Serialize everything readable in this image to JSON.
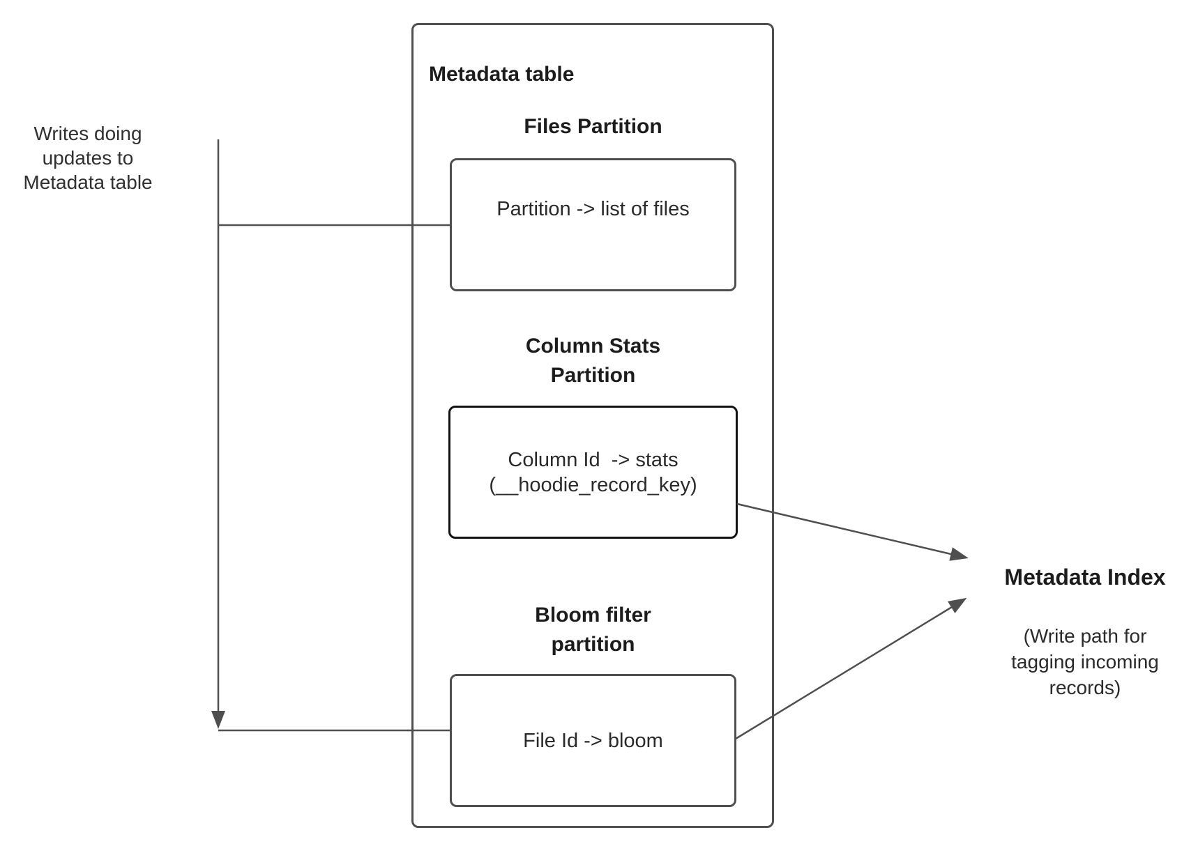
{
  "left_note": {
    "text": "Writes doing\nupdates to\nMetadata table"
  },
  "metadata_table": {
    "title": "Metadata table",
    "sections": [
      {
        "heading": "Files Partition",
        "box_text": "Partition -> list of files"
      },
      {
        "heading": "Column Stats\nPartition",
        "box_text": "Column Id  -> stats\n(__hoodie_record_key)"
      },
      {
        "heading": "Bloom filter\npartition",
        "box_text": "File Id -> bloom"
      }
    ]
  },
  "metadata_index": {
    "title": "Metadata Index",
    "subtitle": "(Write path for\ntagging incoming\nrecords)"
  },
  "colors": {
    "line": "#4f4f4f",
    "box_border": "#4f4f4f",
    "emphasis_border": "#121212",
    "text": "#212121",
    "background": "#ffffff"
  }
}
